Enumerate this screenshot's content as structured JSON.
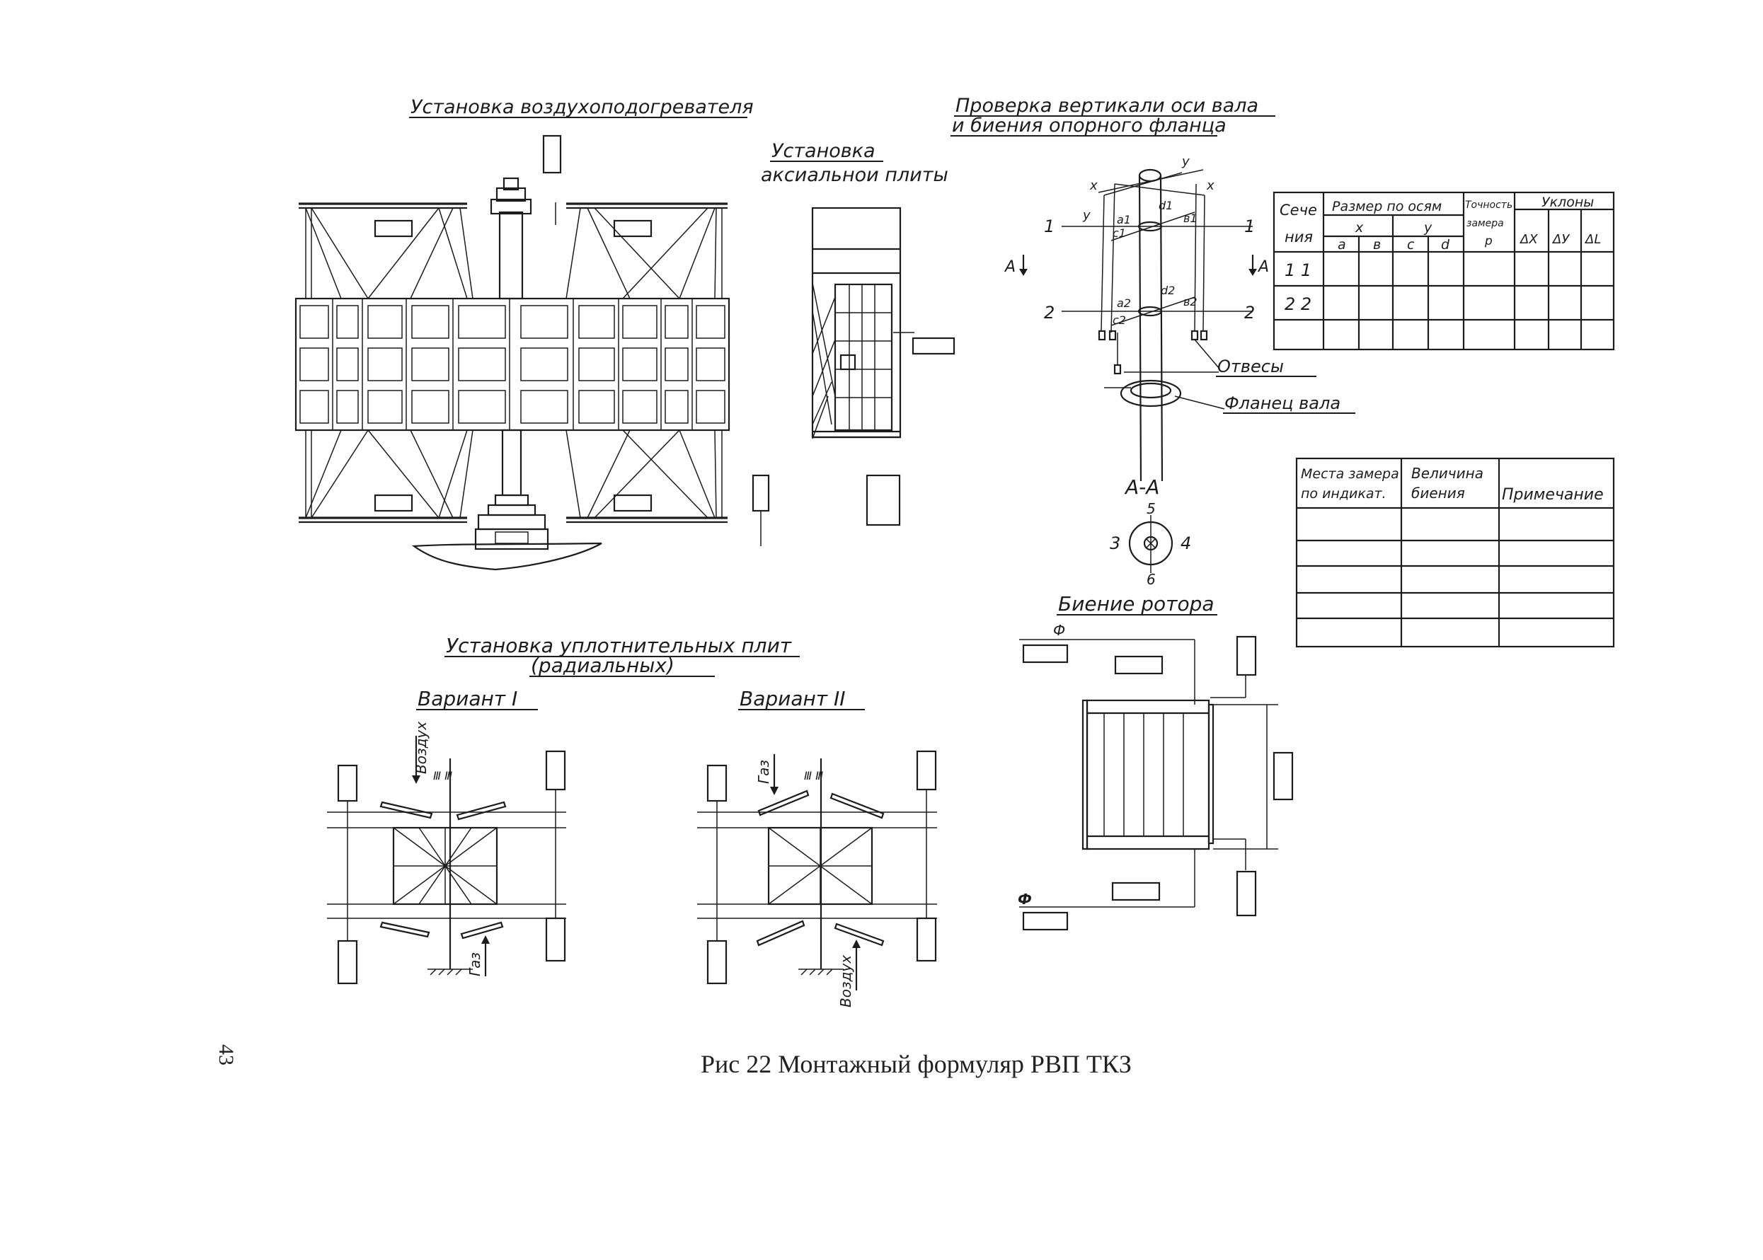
{
  "titles": {
    "air_heater": "Установка воздухоподогревателя",
    "axial_plate_1": "Установка",
    "axial_plate_2": "аксиальнои плиты",
    "check_1": "Проверка вертикали оси вала",
    "check_2": "и биения опорного фланца",
    "seal_1": "Установка уплотнительных плит",
    "seal_2": "(радиальных)",
    "variant1": "Вариант I",
    "variant2": "Вариант II",
    "rotor_runout": "Биение ротора"
  },
  "shaft": {
    "sec1": "1",
    "sec2": "2",
    "arrow_a": "А",
    "x": "x",
    "y": "y",
    "a1": "a1",
    "b1": "в1",
    "c1": "c1",
    "d1": "d1",
    "a2": "a2",
    "b2": "в2",
    "c2": "c2",
    "d2": "d2",
    "plumbs": "Отвесы",
    "flange": "Фланец вала",
    "section": "А-А",
    "p3": "3",
    "p4": "4",
    "p5": "5",
    "p6": "6"
  },
  "flows": {
    "air": "Воздух",
    "gas": "Газ",
    "sector_mark": "Ⅲ Ⅲ"
  },
  "phi": "Ф",
  "table1": {
    "h_section_1": "Сече",
    "h_section_2": "ния",
    "h_size": "Размер по осям",
    "h_x": "x",
    "h_y": "y",
    "h_a": "a",
    "h_b": "в",
    "h_c": "c",
    "h_d": "d",
    "h_acc_1": "Точность",
    "h_acc_2": "замера",
    "h_acc_3": "р",
    "h_slopes": "Уклоны",
    "h_dx": "ΔX",
    "h_dy": "ΔУ",
    "h_dl": "ΔL",
    "rows": [
      "1 1",
      "2 2"
    ]
  },
  "table2": {
    "h_place_1": "Места замера",
    "h_place_2": "по индикат.",
    "h_val_1": "Величина",
    "h_val_2": "биения",
    "h_note": "Примечание"
  },
  "caption": "Рис 22 Монтажный формуляр РВП ТКЗ",
  "page_number": "43"
}
